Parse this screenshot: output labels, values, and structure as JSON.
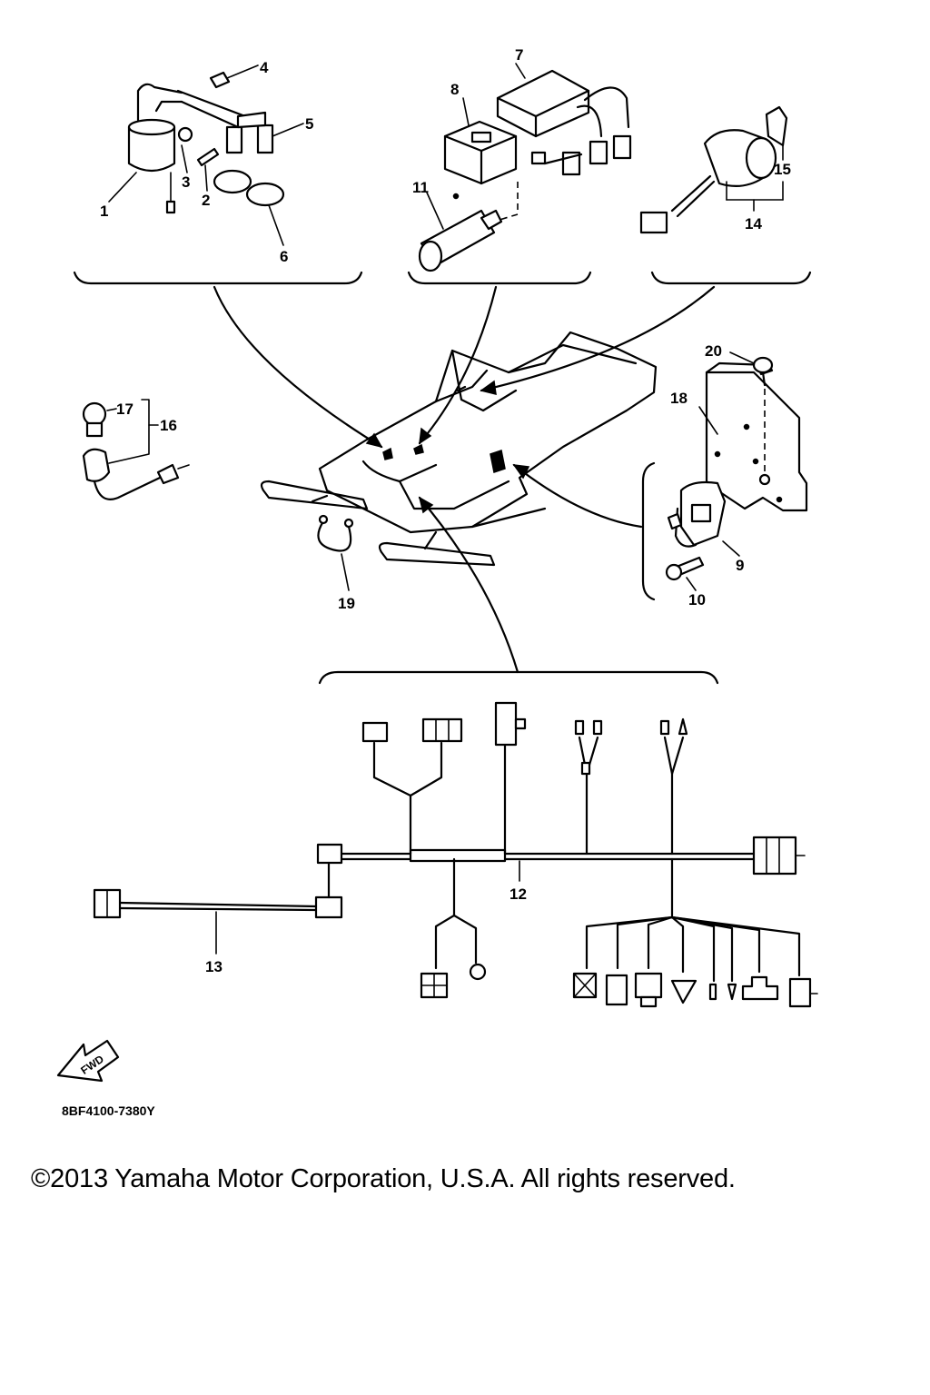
{
  "callouts": {
    "c1": "1",
    "c2": "2",
    "c3": "3",
    "c4": "4",
    "c5": "5",
    "c6": "6",
    "c7": "7",
    "c8": "8",
    "c9": "9",
    "c10": "10",
    "c11": "11",
    "c12": "12",
    "c13": "13",
    "c14": "14",
    "c15": "15",
    "c16": "16",
    "c17": "17",
    "c18": "18",
    "c19": "19",
    "c20": "20"
  },
  "fwd_label": "FWD",
  "diagram_code": "8BF4100-7380Y",
  "copyright": "©2013 Yamaha Motor Corporation, U.S.A. All rights reserved."
}
